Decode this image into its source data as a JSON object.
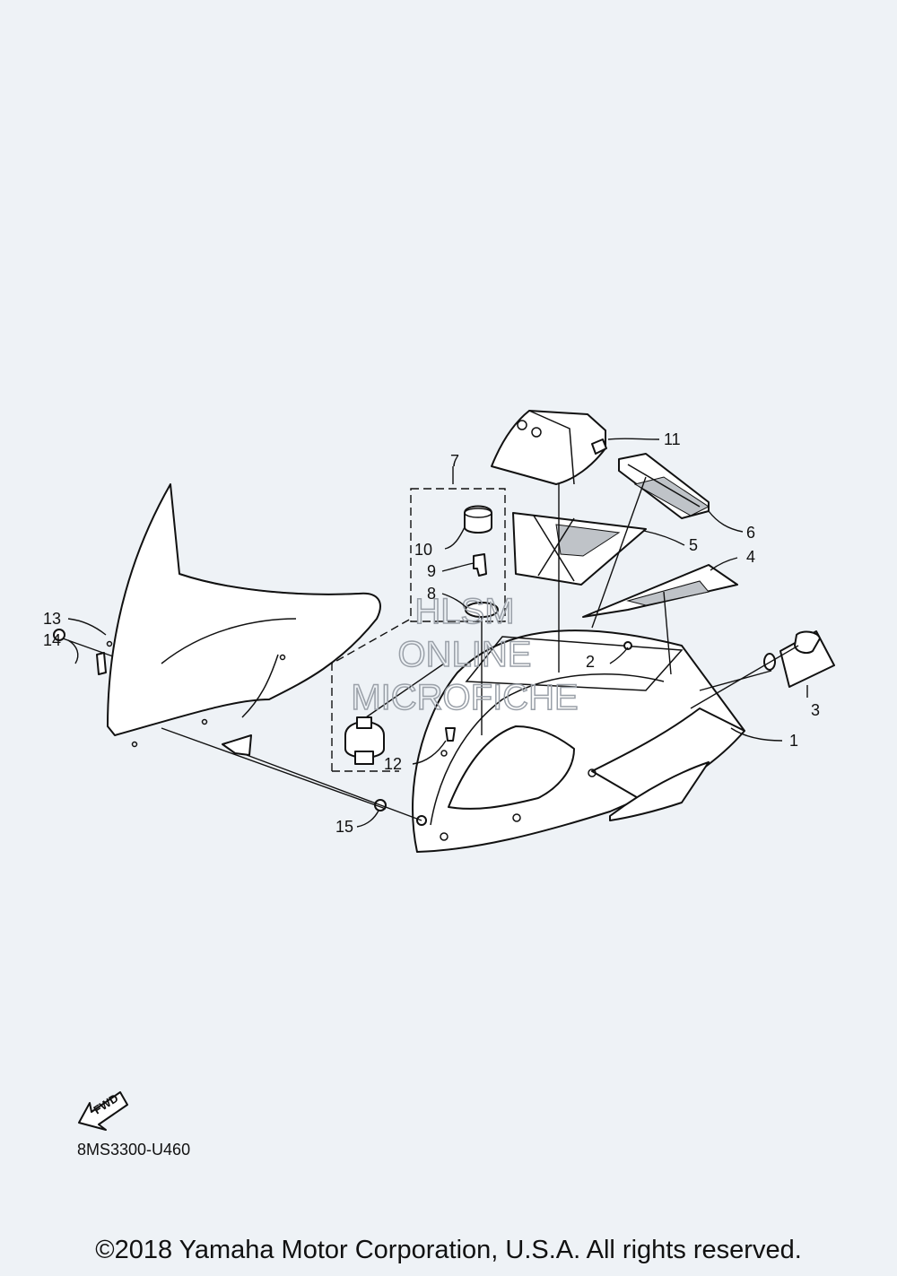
{
  "diagram": {
    "watermark": [
      "HLSM",
      "ONLINE",
      "MICROFICHE"
    ],
    "diagram_code": "8MS3300-U460",
    "fwd_label": "FWD",
    "callouts": [
      "1",
      "2",
      "3",
      "4",
      "5",
      "6",
      "7",
      "8",
      "9",
      "10",
      "11",
      "12",
      "13",
      "14",
      "15"
    ]
  },
  "footer": {
    "copyright": "©2018 Yamaha Motor Corporation, U.S.A. All rights reserved."
  }
}
